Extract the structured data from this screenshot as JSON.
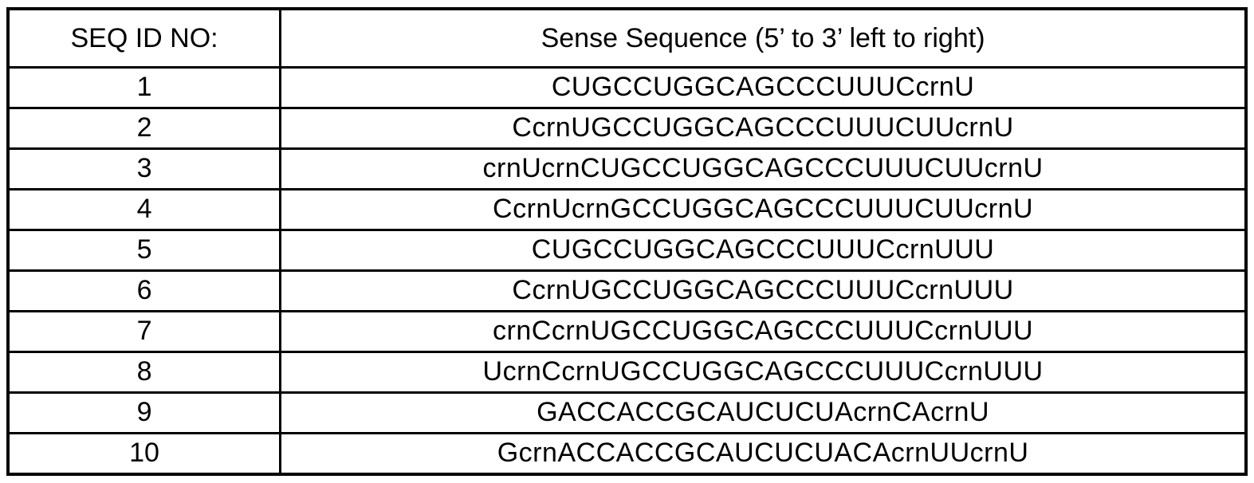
{
  "table": {
    "headers": {
      "id": "SEQ ID NO:",
      "sequence": "Sense Sequence (5’ to 3’ left to right)"
    },
    "rows": [
      {
        "id": "1",
        "sequence": "CUGCCUGGCAGCCCUUUCcrnU"
      },
      {
        "id": "2",
        "sequence": "CcrnUGCCUGGCAGCCCUUUCUUcrnU"
      },
      {
        "id": "3",
        "sequence": "crnUcrnCUGCCUGGCAGCCCUUUCUUcrnU"
      },
      {
        "id": "4",
        "sequence": "CcrnUcrnGCCUGGCAGCCCUUUCUUcrnU"
      },
      {
        "id": "5",
        "sequence": "CUGCCUGGCAGCCCUUUCcrnUUU"
      },
      {
        "id": "6",
        "sequence": "CcrnUGCCUGGCAGCCCUUUCcrnUUU"
      },
      {
        "id": "7",
        "sequence": "crnCcrnUGCCUGGCAGCCCUUUCcrnUUU"
      },
      {
        "id": "8",
        "sequence": "UcrnCcrnUGCCUGGCAGCCCUUUCcrnUUU"
      },
      {
        "id": "9",
        "sequence": "GACCACCGCAUCUCUAcrnCAcrnU"
      },
      {
        "id": "10",
        "sequence": "GcrnACCACCGCAUCUCUACAcrnUUcrnU"
      }
    ]
  }
}
